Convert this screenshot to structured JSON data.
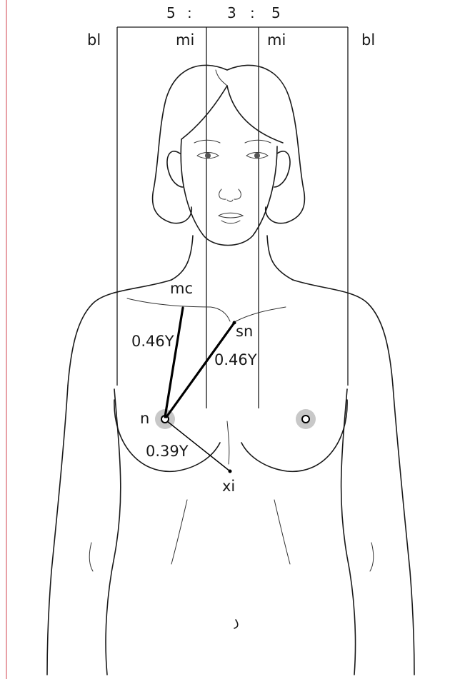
{
  "ratio": {
    "left": "5",
    "sep1": ":",
    "middle": "3",
    "sep2": ":",
    "right": "5"
  },
  "lines": {
    "bl_left": "bl",
    "mi_left": "mi",
    "mi_right": "mi",
    "bl_right": "bl"
  },
  "landmarks": {
    "mc": "mc",
    "sn": "sn",
    "n": "n",
    "xi": "xi"
  },
  "measurements": {
    "mc_to_n": "0.46Y",
    "sn_to_n": "0.46Y",
    "n_to_xi": "0.39Y"
  },
  "colors": {
    "stroke": "#1a1a1a",
    "nipple_halo": "#c8c8c8",
    "side_edge": "#e8a0a6"
  }
}
